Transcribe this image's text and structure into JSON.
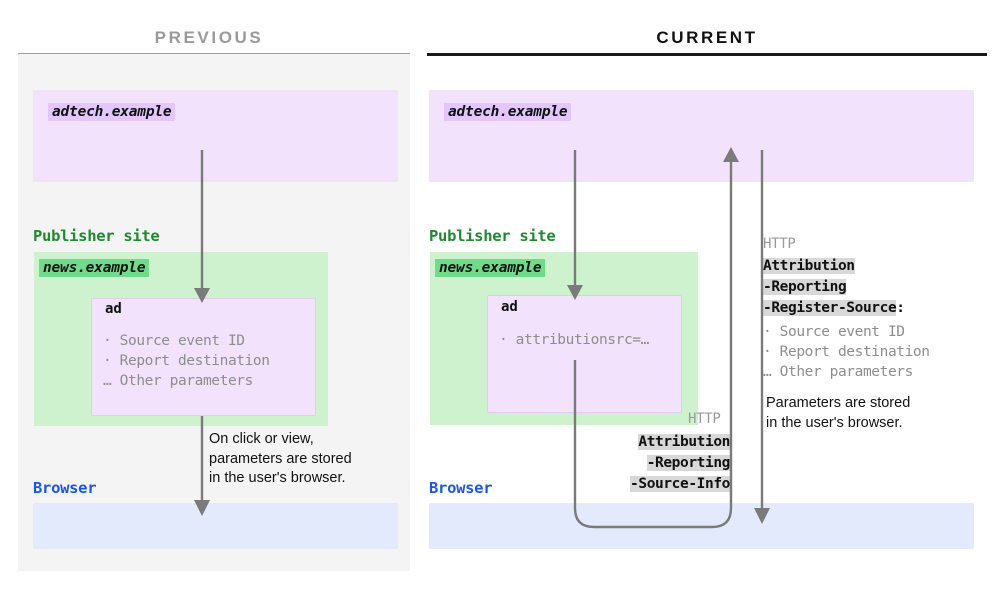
{
  "panels": {
    "previous": {
      "title": "PREVIOUS",
      "adtech_chip": "adtech.example",
      "publisher_label": "Publisher site",
      "news_chip": "news.example",
      "ad_title": "ad",
      "ad_items": "· Source event ID\n· Report destination\n… Other parameters",
      "browser_label": "Browser",
      "note": "On click or view,\nparameters are stored\nin the user's browser."
    },
    "current": {
      "title": "CURRENT",
      "adtech_chip": "adtech.example",
      "publisher_label": "Publisher site",
      "news_chip": "news.example",
      "ad_title": "ad",
      "ad_items": "· attributionsrc=…",
      "browser_label": "Browser",
      "http_label_left": "HTTP",
      "header_left_line1": "Attribution",
      "header_left_line2": "-Reporting",
      "header_left_line3": "-Source-Info",
      "http_label_right": "HTTP",
      "header_right_line1": "Attribution",
      "header_right_line2": "-Reporting",
      "header_right_line3": "-Register-Source",
      "header_right_colon": ":",
      "header_right_items": "· Source event ID\n· Report destination\n… Other parameters",
      "note": "Parameters are stored\nin the user's browser."
    }
  },
  "colors": {
    "purple_box": "#f2e2fb",
    "purple_chip": "#e3c6fb",
    "green_box": "#cdf2cd",
    "green_chip": "#6fdc8c",
    "blue_box": "#e2eafb",
    "panel_bg": "#f4f4f4",
    "arrow": "#7a7a7a",
    "highlight": "#d8d8d8",
    "publisher_text": "#1e8a2e",
    "browser_text": "#1a56e8"
  }
}
